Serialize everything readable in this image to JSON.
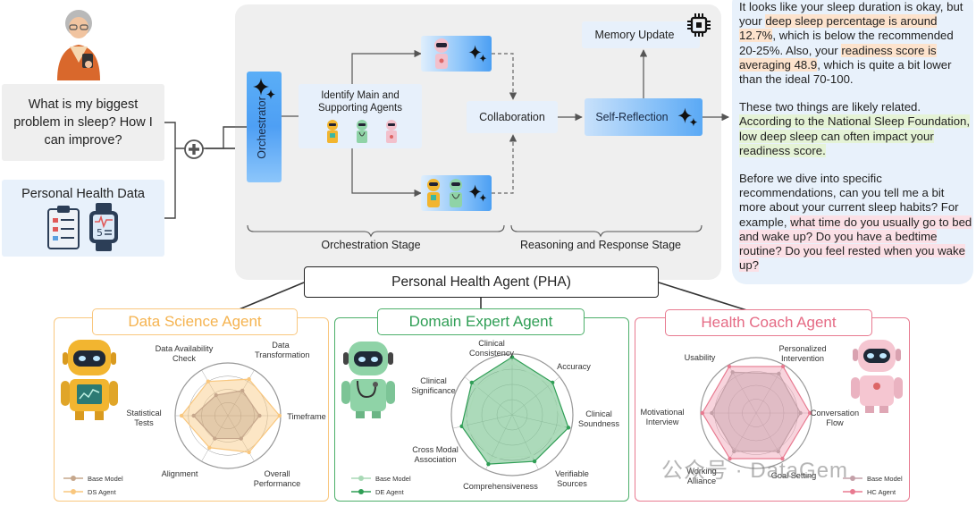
{
  "user": {
    "question": "What is my biggest problem in sleep? How I can improve?",
    "health_data_title": "Personal Health Data"
  },
  "orchestration": {
    "orchestrator_label": "Orchestrator",
    "identify_agents_label": "Identify Main and Supporting Agents",
    "collaboration_label": "Collaboration",
    "self_reflection_label": "Self-Reflection",
    "memory_update_label": "Memory Update",
    "orchestration_stage_label": "Orchestration Stage",
    "reasoning_stage_label": "Reasoning and Response Stage"
  },
  "response": {
    "p1_a": "It looks like your sleep duration is okay, but your ",
    "p1_hl1": "deep sleep percentage is around 12.7%",
    "p1_b": ", which is below the recommended 20-25%. Also, your ",
    "p1_hl2": "readiness score is averaging 48.9",
    "p1_c": ", which is quite a bit lower than the ideal 70-100.",
    "p2_a": "These two things are likely related. ",
    "p2_hl": "According to the National Sleep Foundation, low deep sleep can often impact your readiness score.",
    "p3_a": "Before we dive into specific recommendations, can you tell me a bit more about your current sleep habits? For example, ",
    "p3_hl1": "what time do you usually go to bed and wake up? Do you have a bedtime routine? Do you feel rested when you wake up?",
    "colors": {
      "orange_highlight": "#fde3cd",
      "green_highlight": "#e5f3d6",
      "pink_highlight": "#fbe0e6"
    }
  },
  "pha_label": "Personal Health Agent (PHA)",
  "agents": {
    "ds": {
      "title": "Data Science Agent",
      "color": "#f9c77e",
      "axes": [
        "Data Transformation",
        "Timeframe",
        "Overall Performance",
        "Alignment",
        "Statistical Tests",
        "Data Availability Check"
      ],
      "legend": [
        "Base Model",
        "DS Agent"
      ]
    },
    "de": {
      "title": "Domain Expert Agent",
      "color": "#4caf6a",
      "axes": [
        "Clinical Consistency",
        "Accuracy",
        "Clinical Soundness",
        "Verifiable Sources",
        "Comprehensiveness",
        "Cross Modal Association",
        "Clinical Significance"
      ],
      "legend": [
        "Base Model",
        "DE Agent"
      ]
    },
    "hc": {
      "title": "Health Coach Agent",
      "color": "#e87a90",
      "axes": [
        "Personalized Intervention",
        "Conversation Flow",
        "Goal Setting",
        "Working Alliance",
        "Motivational Interview",
        "Usability"
      ],
      "legend": [
        "Base Model",
        "HC Agent"
      ]
    }
  },
  "chart_data": [
    {
      "type": "radar",
      "title": "Data Science Agent",
      "categories": [
        "Data Transformation",
        "Timeframe",
        "Overall Performance",
        "Alignment",
        "Statistical Tests",
        "Data Availability Check"
      ],
      "series": [
        {
          "name": "Base Model",
          "values": [
            0.55,
            0.6,
            0.5,
            0.5,
            0.65,
            0.45
          ]
        },
        {
          "name": "DS Agent",
          "values": [
            0.8,
            0.98,
            0.8,
            0.7,
            0.88,
            0.75
          ]
        }
      ],
      "range": [
        0,
        1
      ],
      "grid": true,
      "legend_position": "bottom-left"
    },
    {
      "type": "radar",
      "title": "Domain Expert Agent",
      "categories": [
        "Clinical Consistency",
        "Accuracy",
        "Clinical Soundness",
        "Verifiable Sources",
        "Comprehensiveness",
        "Cross Modal Association",
        "Clinical Significance"
      ],
      "series": [
        {
          "name": "Base Model",
          "values": [
            0.85,
            0.8,
            0.85,
            0.75,
            0.8,
            0.8,
            0.75
          ]
        },
        {
          "name": "DE Agent",
          "values": [
            0.95,
            0.85,
            0.95,
            0.85,
            0.9,
            0.85,
            0.85
          ]
        }
      ],
      "range": [
        0,
        1
      ],
      "grid": true,
      "legend_position": "bottom-left"
    },
    {
      "type": "radar",
      "title": "Health Coach Agent",
      "categories": [
        "Personalized Intervention",
        "Conversation Flow",
        "Goal Setting",
        "Working Alliance",
        "Motivational Interview",
        "Usability"
      ],
      "series": [
        {
          "name": "Base Model",
          "values": [
            0.82,
            0.8,
            0.8,
            0.8,
            0.8,
            0.85
          ]
        },
        {
          "name": "HC Agent",
          "values": [
            0.97,
            0.97,
            0.95,
            0.95,
            0.97,
            0.97
          ]
        }
      ],
      "range": [
        0,
        1
      ],
      "grid": true,
      "legend_position": "bottom-right"
    }
  ],
  "watermark": "公众号 · DataGem"
}
